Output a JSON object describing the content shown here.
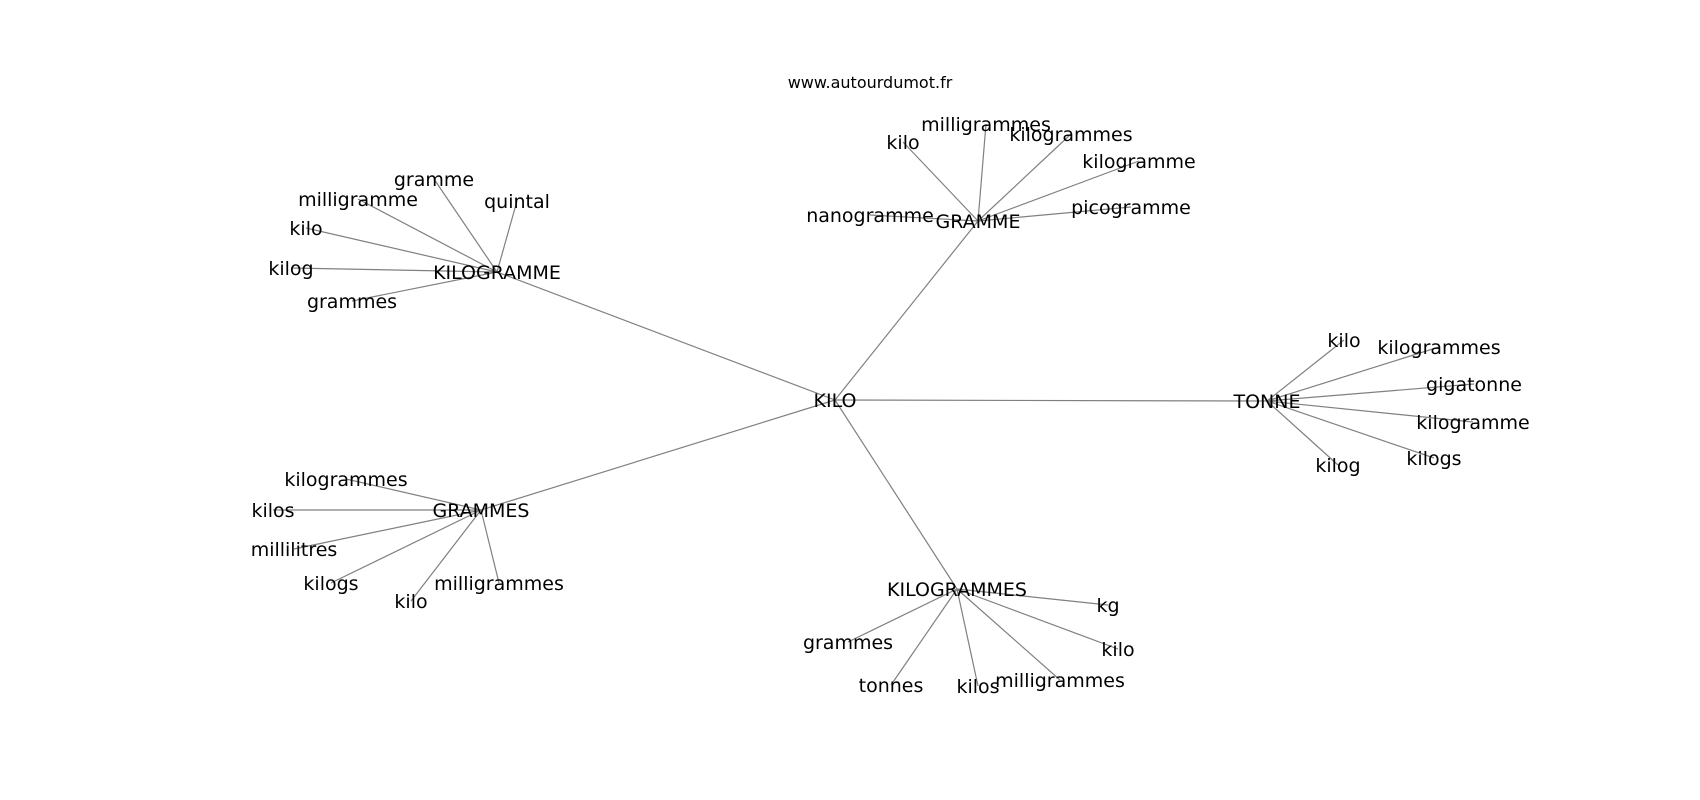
{
  "source_label": "www.autourdumot.fr",
  "edge_color": "#808080",
  "text_color": "#000000",
  "root": {
    "id": "kilo_root",
    "label": "KILO"
  },
  "clusters": [
    {
      "hub": {
        "id": "kilogramme_hub",
        "label": "KILOGRAMME"
      },
      "leaves": [
        {
          "id": "kg1_gramme",
          "label": "gramme"
        },
        {
          "id": "kg1_milligramme",
          "label": "milligramme"
        },
        {
          "id": "kg1_quintal",
          "label": "quintal"
        },
        {
          "id": "kg1_kilo",
          "label": "kilo"
        },
        {
          "id": "kg1_kilog",
          "label": "kilog"
        },
        {
          "id": "kg1_grammes",
          "label": "grammes"
        }
      ]
    },
    {
      "hub": {
        "id": "gramme_hub",
        "label": "GRAMME"
      },
      "leaves": [
        {
          "id": "g_milligrammes",
          "label": "milligrammes"
        },
        {
          "id": "g_kilo",
          "label": "kilo"
        },
        {
          "id": "g_kilogrammes",
          "label": "kilogrammes"
        },
        {
          "id": "g_kilogramme",
          "label": "kilogramme"
        },
        {
          "id": "g_nanogramme",
          "label": "nanogramme"
        },
        {
          "id": "g_picogramme",
          "label": "picogramme"
        }
      ]
    },
    {
      "hub": {
        "id": "tonne_hub",
        "label": "TONNE"
      },
      "leaves": [
        {
          "id": "t_kilo",
          "label": "kilo"
        },
        {
          "id": "t_kilogrammes",
          "label": "kilogrammes"
        },
        {
          "id": "t_gigatonne",
          "label": "gigatonne"
        },
        {
          "id": "t_kilogramme",
          "label": "kilogramme"
        },
        {
          "id": "t_kilogs",
          "label": "kilogs"
        },
        {
          "id": "t_kilog",
          "label": "kilog"
        }
      ]
    },
    {
      "hub": {
        "id": "grammes_hub",
        "label": "GRAMMES"
      },
      "leaves": [
        {
          "id": "gs_kilogrammes",
          "label": "kilogrammes"
        },
        {
          "id": "gs_kilos",
          "label": "kilos"
        },
        {
          "id": "gs_millilitres",
          "label": "millilitres"
        },
        {
          "id": "gs_kilogs",
          "label": "kilogs"
        },
        {
          "id": "gs_kilo",
          "label": "kilo"
        },
        {
          "id": "gs_milligrammes",
          "label": "milligrammes"
        }
      ]
    },
    {
      "hub": {
        "id": "kilogrammes_hub",
        "label": "KILOGRAMMES"
      },
      "leaves": [
        {
          "id": "kgs_kg",
          "label": "kg"
        },
        {
          "id": "kgs_grammes",
          "label": "grammes"
        },
        {
          "id": "kgs_kilo",
          "label": "kilo"
        },
        {
          "id": "kgs_tonnes",
          "label": "tonnes"
        },
        {
          "id": "kgs_kilos",
          "label": "kilos"
        },
        {
          "id": "kgs_milligrammes",
          "label": "milligrammes"
        }
      ]
    }
  ]
}
